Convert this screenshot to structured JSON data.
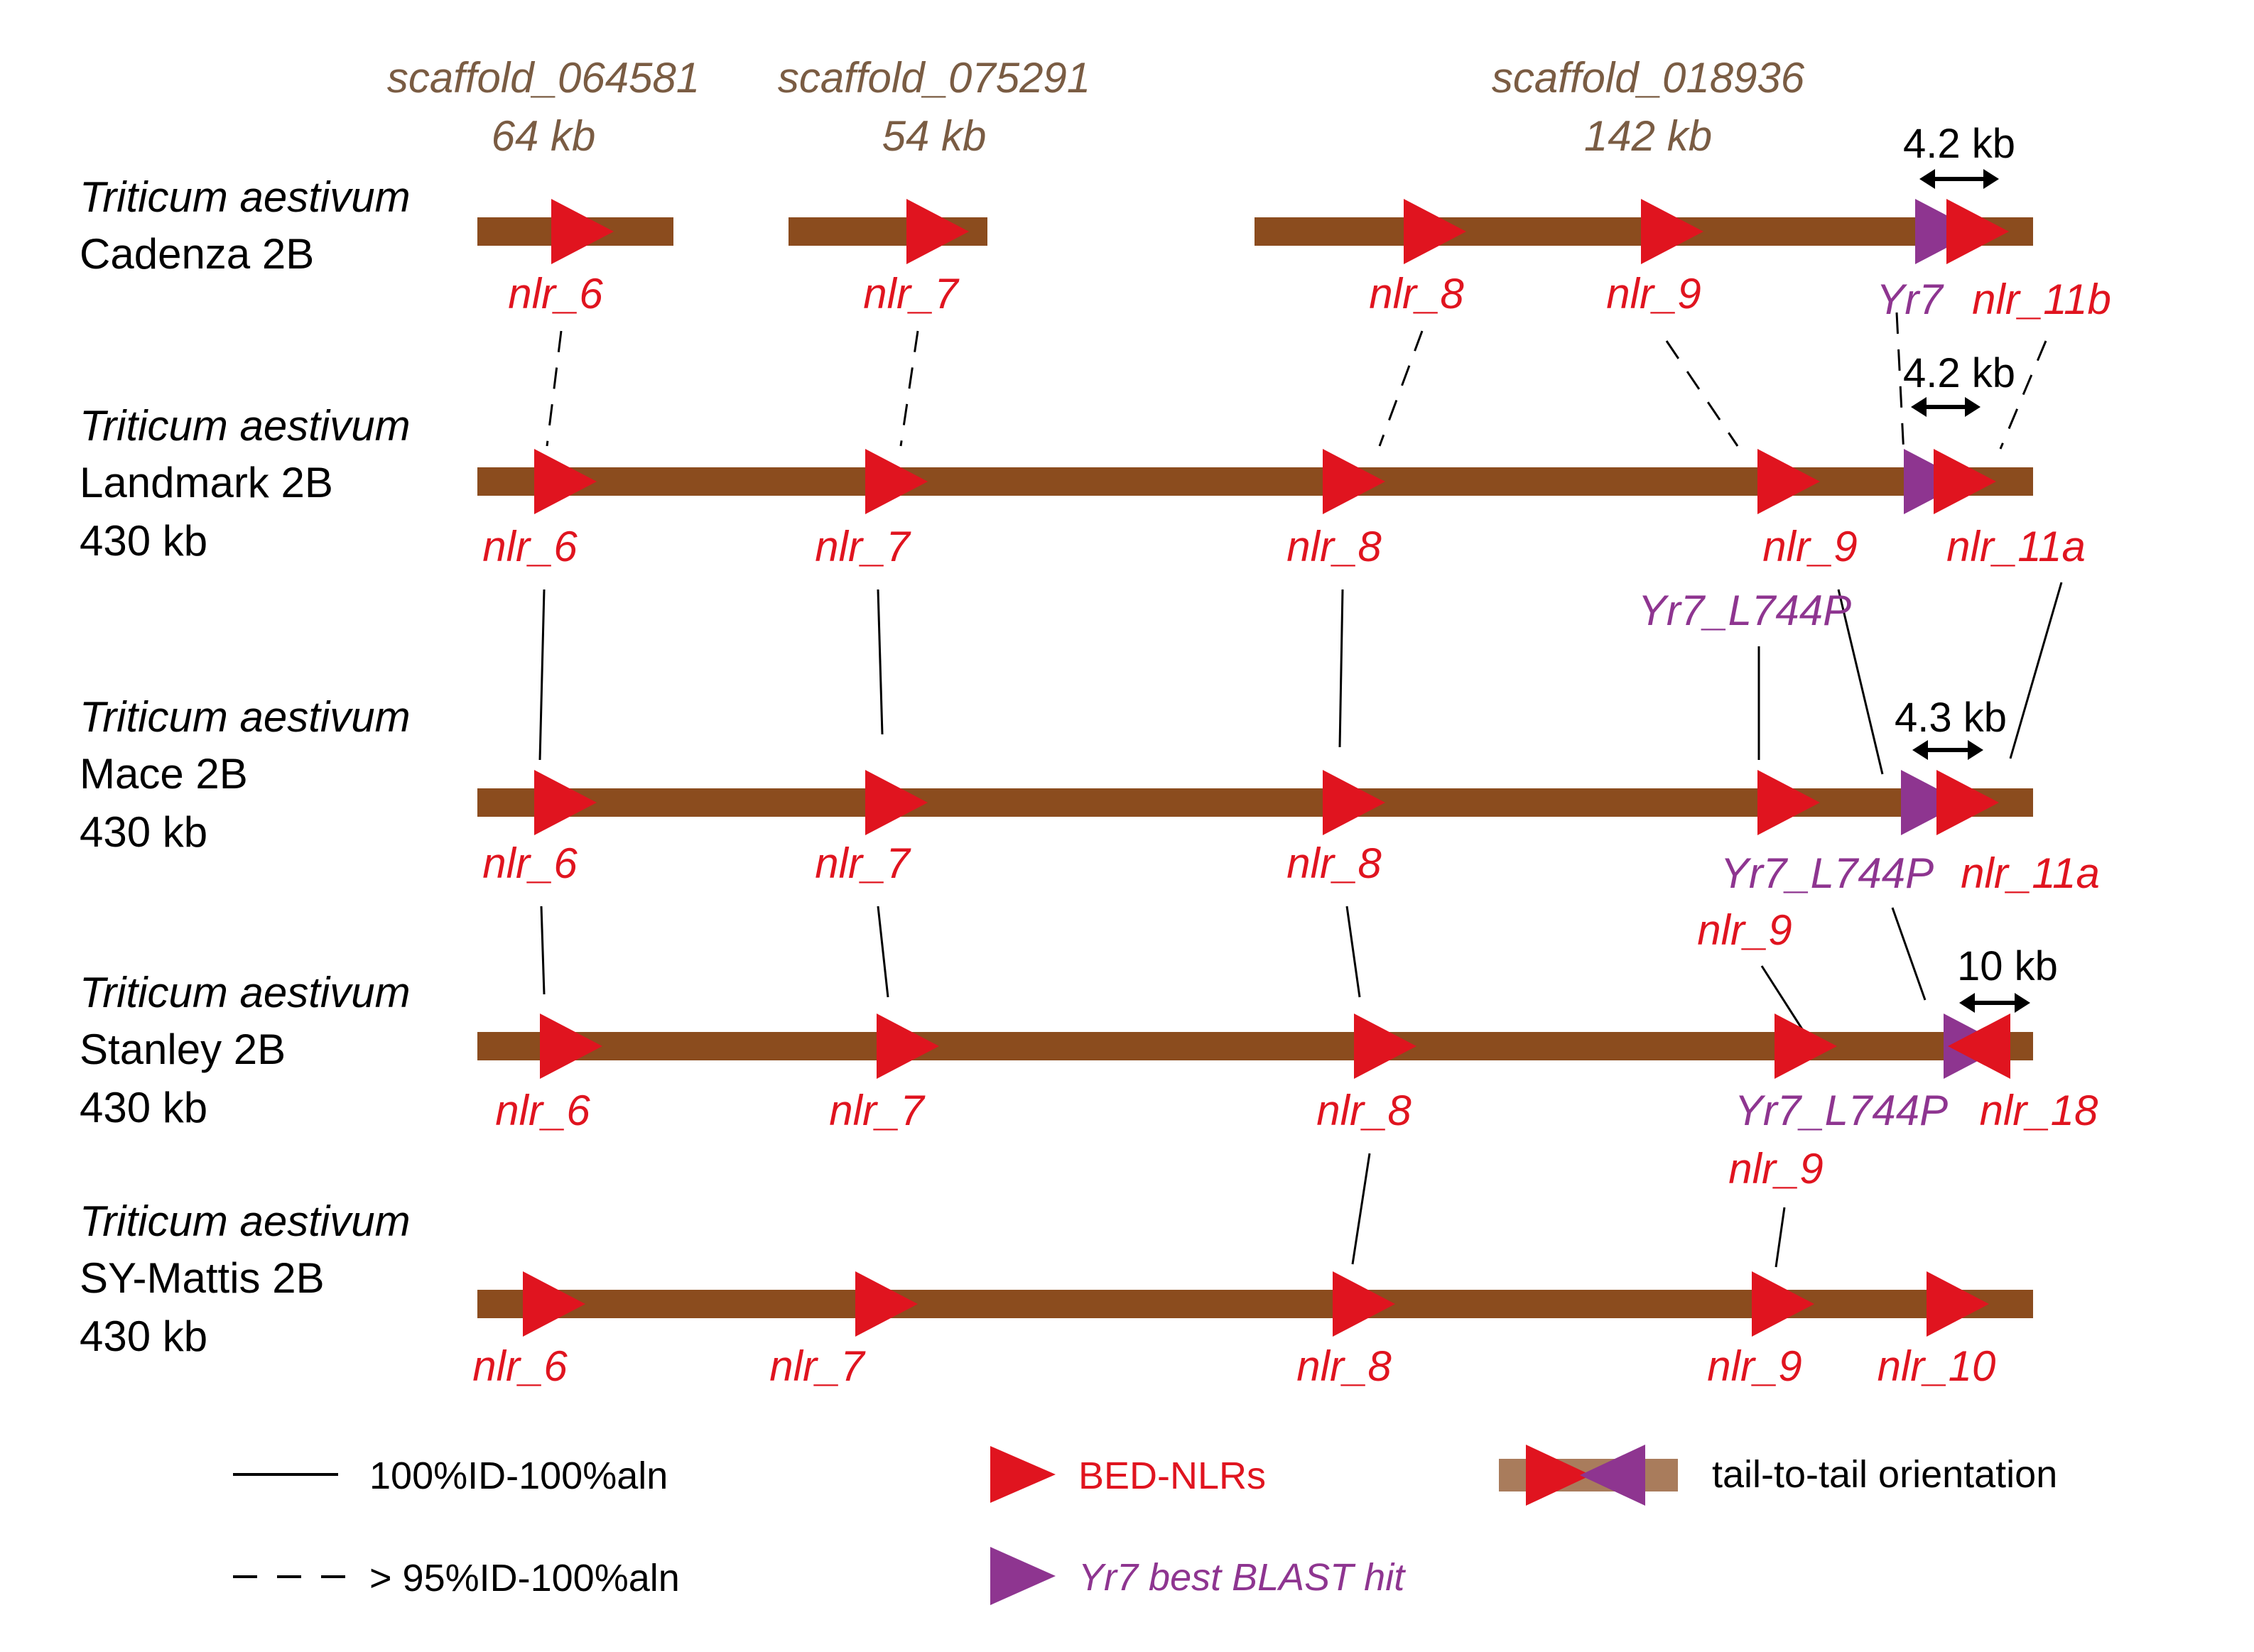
{
  "colors": {
    "chromosome": "#8b4c1e",
    "legend_bar": "#a97c5c",
    "nlr": "#e0141f",
    "yr7": "#8e3590",
    "scaffold_text": "#7a5c43",
    "black": "#000000"
  },
  "scaffolds": [
    {
      "name": "scaffold_064581",
      "size": "64 kb"
    },
    {
      "name": "scaffold_075291",
      "size": "54 kb"
    },
    {
      "name": "scaffold_018936",
      "size": "142 kb"
    }
  ],
  "tracks": [
    {
      "species": "Triticum aestivum",
      "cultivar": "Cadenza 2B",
      "size": "",
      "genes": [
        {
          "label": "nlr_6",
          "type": "nlr"
        },
        {
          "label": "nlr_7",
          "type": "nlr"
        },
        {
          "label": "nlr_8",
          "type": "nlr"
        },
        {
          "label": "nlr_9",
          "type": "nlr"
        },
        {
          "label": "Yr7",
          "type": "yr7"
        },
        {
          "label": "nlr_11b",
          "type": "nlr"
        }
      ],
      "distance": "4.2 kb"
    },
    {
      "species": "Triticum aestivum",
      "cultivar": "Landmark 2B",
      "size": "430 kb",
      "genes": [
        {
          "label": "nlr_6",
          "type": "nlr"
        },
        {
          "label": "nlr_7",
          "type": "nlr"
        },
        {
          "label": "nlr_8",
          "type": "nlr"
        },
        {
          "label": "nlr_9",
          "type": "nlr"
        },
        {
          "label": "Yr7_L744P",
          "type": "yr7"
        },
        {
          "label": "nlr_11a",
          "type": "nlr"
        }
      ],
      "distance": "4.2 kb"
    },
    {
      "species": "Triticum aestivum",
      "cultivar": "Mace 2B",
      "size": "430 kb",
      "genes": [
        {
          "label": "nlr_6",
          "type": "nlr"
        },
        {
          "label": "nlr_7",
          "type": "nlr"
        },
        {
          "label": "nlr_8",
          "type": "nlr"
        },
        {
          "label": "nlr_9",
          "type": "nlr"
        },
        {
          "label": "Yr7_L744P",
          "type": "yr7"
        },
        {
          "label": "nlr_11a",
          "type": "nlr"
        }
      ],
      "distance": "4.3 kb"
    },
    {
      "species": "Triticum aestivum",
      "cultivar": "Stanley 2B",
      "size": "430 kb",
      "genes": [
        {
          "label": "nlr_6",
          "type": "nlr"
        },
        {
          "label": "nlr_7",
          "type": "nlr"
        },
        {
          "label": "nlr_8",
          "type": "nlr"
        },
        {
          "label": "nlr_9",
          "type": "nlr"
        },
        {
          "label": "Yr7_L744P",
          "type": "yr7"
        },
        {
          "label": "nlr_18",
          "type": "nlr"
        }
      ],
      "distance": "10 kb"
    },
    {
      "species": "Triticum aestivum",
      "cultivar": "SY-Mattis 2B",
      "size": "430 kb",
      "genes": [
        {
          "label": "nlr_6",
          "type": "nlr"
        },
        {
          "label": "nlr_7",
          "type": "nlr"
        },
        {
          "label": "nlr_8",
          "type": "nlr"
        },
        {
          "label": "nlr_9",
          "type": "nlr"
        },
        {
          "label": "nlr_10",
          "type": "nlr"
        }
      ],
      "distance": ""
    }
  ],
  "legend": {
    "solid": "100%ID-100%aln",
    "dashed": "> 95%ID-100%aln",
    "bed_nlr": "BED-NLRs",
    "yr7_hit": "Yr7 best BLAST hit",
    "tail_to_tail": "tail-to-tail orientation"
  }
}
